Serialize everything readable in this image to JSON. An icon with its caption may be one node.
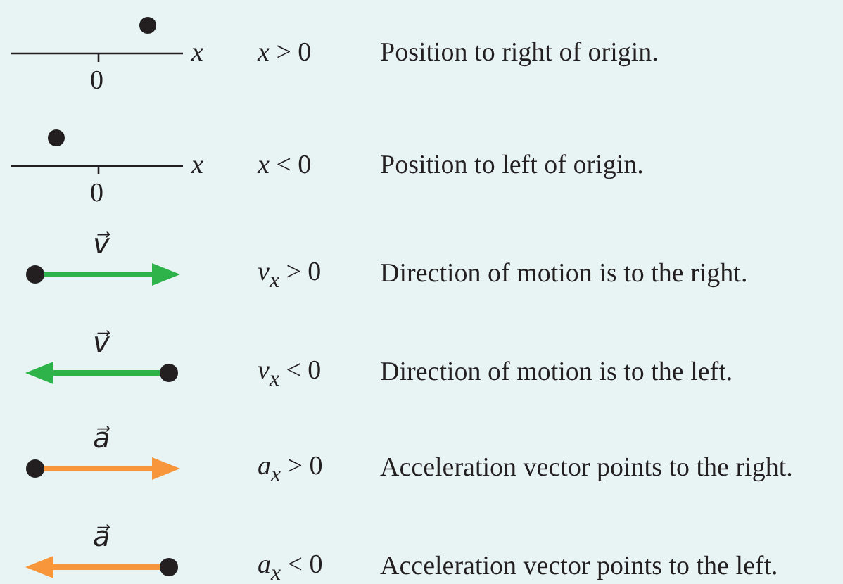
{
  "diagram": {
    "labels": [
      "x",
      "*x* > 0",
      "Position to right of origin.",
      "0",
      "x",
      "*x* < 0",
      "Position to left of origin.",
      "0",
      "v⃗",
      "*v*$_{x}$ > 0",
      "Direction of motion is to the right.",
      "v⃗",
      "*v*$_{x}$ < 0",
      "Direction of motion is to the left.",
      "a⃗",
      "*a*$_{x}$ > 0",
      "Acceleration vector points to the right.",
      "a⃗",
      "*a*$_{x}$ < 0",
      "Acceleration vector points to the left."
    ]
  }
}
